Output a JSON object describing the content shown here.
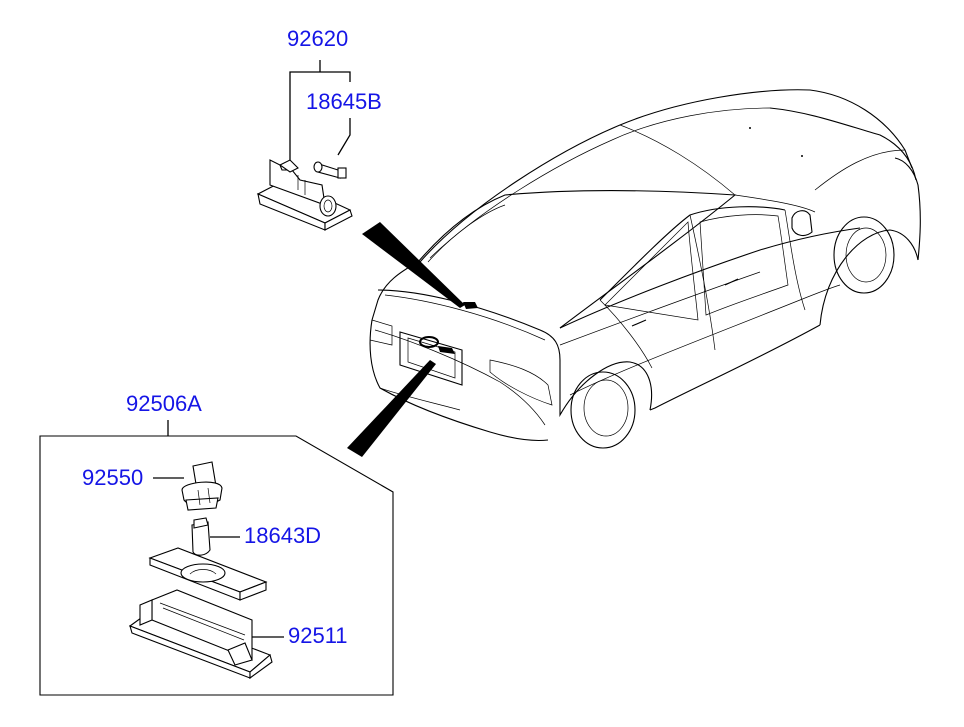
{
  "diagram": {
    "colors": {
      "label": "#1515e6",
      "line": "#000000",
      "background": "#ffffff"
    },
    "labels": {
      "p92620": "92620",
      "p18645B": "18645B",
      "p92506A": "92506A",
      "p92550": "92550",
      "p18643D": "18643D",
      "p92511": "92511"
    }
  }
}
